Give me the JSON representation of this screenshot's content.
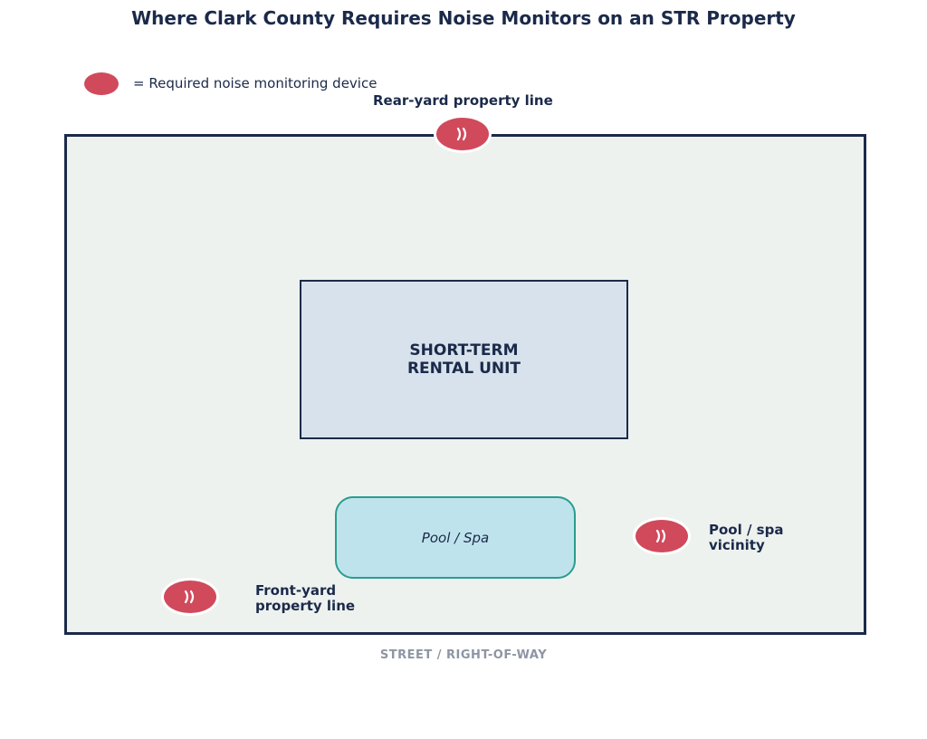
{
  "title": "Where Clark County Requires Noise Monitors on an STR Property",
  "legend": {
    "text": "= Required noise monitoring device",
    "marker_color": "#d04a5c"
  },
  "property": {
    "lot_color": "#eef2ef",
    "border_color": "#1b2a4a",
    "house_label": "SHORT-TERM\nRENTAL UNIT",
    "pool_label": "Pool / Spa",
    "street_label": "STREET / RIGHT-OF-WAY"
  },
  "monitors": [
    {
      "id": "rear",
      "label": "Rear-yard property line",
      "icon": "sound-wave-icon"
    },
    {
      "id": "pool",
      "label": "Pool / spa\nvicinity",
      "icon": "sound-wave-icon"
    },
    {
      "id": "front",
      "label": "Front-yard\nproperty line",
      "icon": "sound-wave-icon"
    }
  ],
  "colors": {
    "monitor": "#d04a5c",
    "pool_fill": "#bfe3ec",
    "pool_border": "#2a9d8f",
    "house_fill": "#d8e2ec",
    "street_text": "#8e95a3"
  }
}
